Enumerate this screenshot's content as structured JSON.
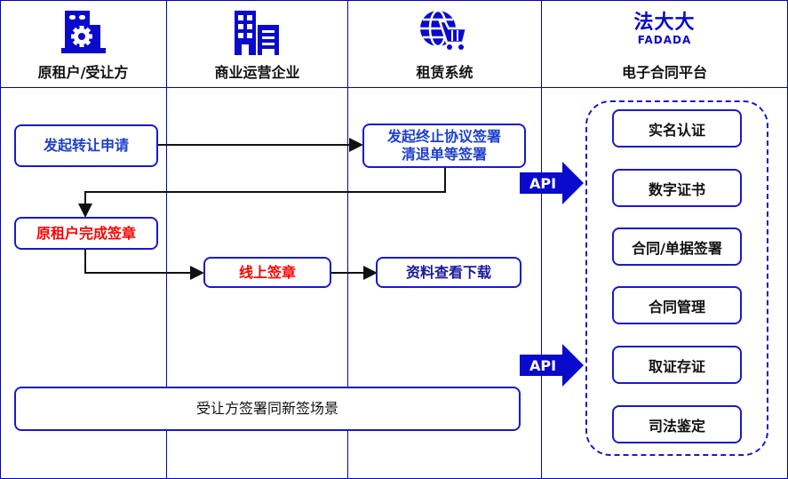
{
  "columns": [
    {
      "label": "原租户/受让方",
      "icon": "building-gear-icon"
    },
    {
      "label": "商业运营企业",
      "icon": "office-building-icon"
    },
    {
      "label": "租赁系统",
      "icon": "globe-cart-icon"
    },
    {
      "label": "电子合同平台",
      "icon": "fadada-logo",
      "logo_cn": "法大大",
      "logo_en": "FADADA"
    }
  ],
  "flow": {
    "initiate_transfer": "发起转让申请",
    "termination_line1": "发起终止协议签署",
    "termination_line2": "清退单等签署",
    "original_tenant_sign": "原租户完成签章",
    "online_sign": "线上签章",
    "view_download": "资料查看下载",
    "assignee_scene": "受让方签署同新签场景"
  },
  "api_labels": [
    "API",
    "API"
  ],
  "platform_services": [
    "实名认证",
    "数字证书",
    "合同/单据签署",
    "合同管理",
    "取证存证",
    "司法鉴定"
  ],
  "colors": {
    "border": "#0000cc",
    "accent_text": "#1f3fcc",
    "highlight": "#ff0000",
    "api_fill": "#0000cc"
  }
}
